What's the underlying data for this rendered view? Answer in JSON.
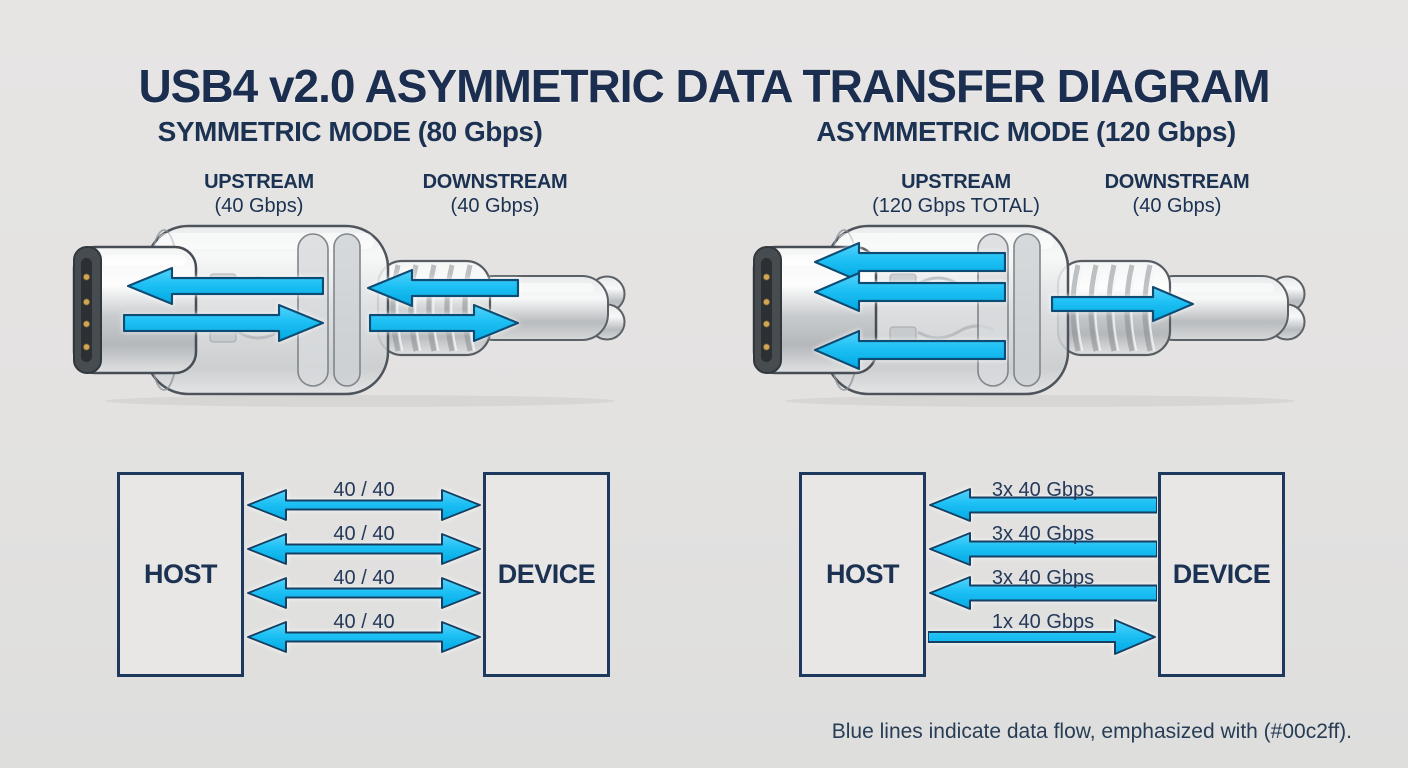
{
  "title": "USB4 v2.0 ASYMMETRIC DATA TRANSFER DIAGRAM",
  "caption": "Blue lines indicate data flow, emphasized with (#00c2ff).",
  "colors": {
    "accent_blue": "#00c2ff",
    "ink_navy": "#1b2e4f",
    "background": "#e3e2e1"
  },
  "panels": {
    "symmetric": {
      "heading": "SYMMETRIC MODE (80 Gbps)",
      "upstream": {
        "label": "UPSTREAM",
        "value": "(40 Gbps)"
      },
      "downstream": {
        "label": "DOWNSTREAM",
        "value": "(40 Gbps)"
      },
      "connector_flow": {
        "arrows_toward_host": 2,
        "arrows_toward_device": 2
      },
      "diagram": {
        "host_label": "HOST",
        "device_label": "DEVICE",
        "links": [
          {
            "label": "40 / 40",
            "direction": "bidirectional"
          },
          {
            "label": "40 / 40",
            "direction": "bidirectional"
          },
          {
            "label": "40 / 40",
            "direction": "bidirectional"
          },
          {
            "label": "40 / 40",
            "direction": "bidirectional"
          }
        ]
      }
    },
    "asymmetric": {
      "heading": "ASYMMETRIC MODE (120 Gbps)",
      "upstream": {
        "label": "UPSTREAM",
        "value": "(120 Gbps TOTAL)"
      },
      "downstream": {
        "label": "DOWNSTREAM",
        "value": "(40 Gbps)"
      },
      "connector_flow": {
        "arrows_toward_host": 3,
        "arrows_toward_device": 1
      },
      "diagram": {
        "host_label": "HOST",
        "device_label": "DEVICE",
        "links": [
          {
            "label": "3x 40 Gbps",
            "direction": "to-host"
          },
          {
            "label": "3x 40 Gbps",
            "direction": "to-host"
          },
          {
            "label": "3x 40 Gbps",
            "direction": "to-host"
          },
          {
            "label": "1x 40 Gbps",
            "direction": "to-device"
          }
        ]
      }
    }
  }
}
